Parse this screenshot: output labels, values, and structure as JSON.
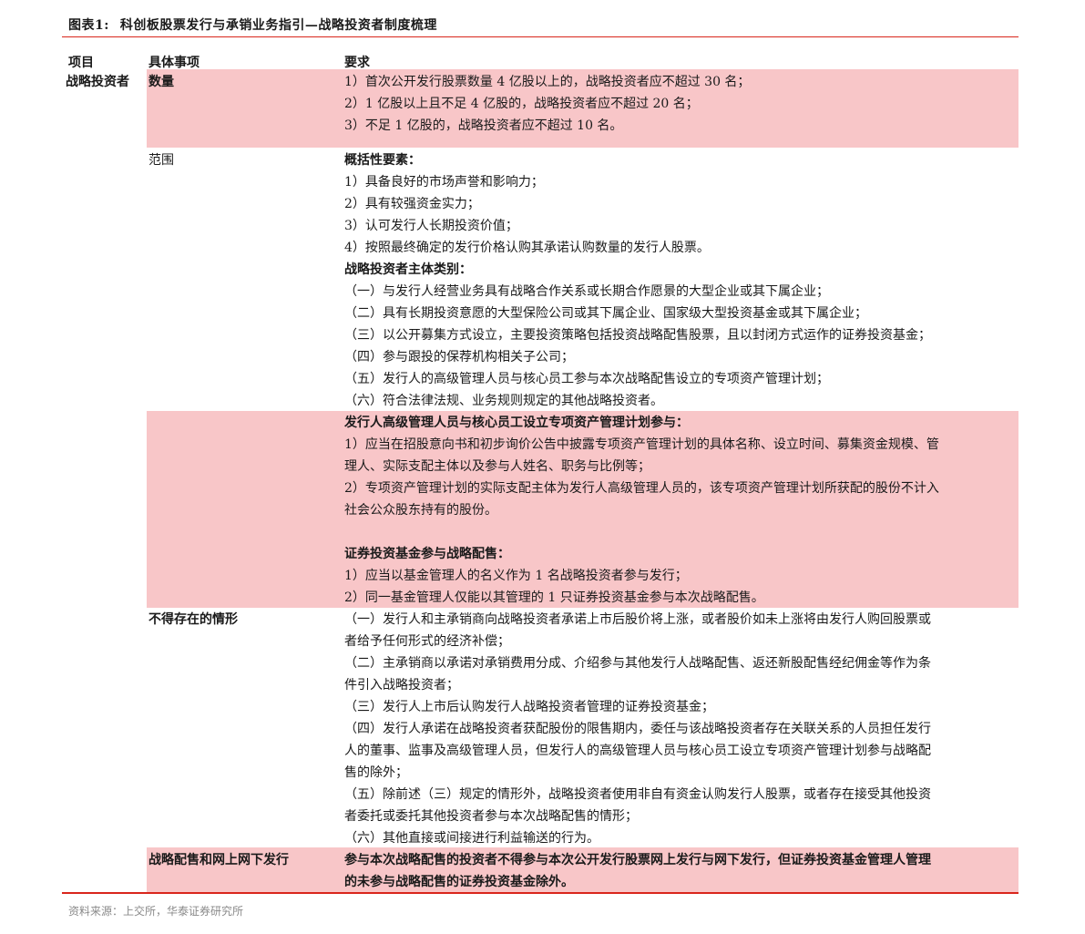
{
  "title": {
    "number": "图表1:",
    "text": "科创板股票发行与承销业务指引—战略投资者制度梳理"
  },
  "colors": {
    "accent_rule": "#d9261c",
    "highlight_fill": "#f8c6c8"
  },
  "table": {
    "headers": {
      "item": "项目",
      "detail": "具体事项",
      "requirement": "要求"
    },
    "item_label": "战略投资者",
    "rows": [
      {
        "detail": "数量",
        "highlighted": true,
        "lines": [
          {
            "text": "1）首次公开发行股票数量 4 亿股以上的，战略投资者应不超过 30 名；",
            "bold": false
          },
          {
            "text": "2）1 亿股以上且不足 4 亿股的，战略投资者应不超过 20 名；",
            "bold": false
          },
          {
            "text": "3）不足 1 亿股的，战略投资者应不超过 10 名。",
            "bold": false
          }
        ]
      },
      {
        "detail": "范围",
        "highlighted": false,
        "lines": [
          {
            "text": "概括性要素：",
            "bold": true
          },
          {
            "text": "1）具备良好的市场声誉和影响力；",
            "bold": false
          },
          {
            "text": "2）具有较强资金实力；",
            "bold": false
          },
          {
            "text": "3）认可发行人长期投资价值；",
            "bold": false
          },
          {
            "text": "4）按照最终确定的发行价格认购其承诺认购数量的发行人股票。",
            "bold": false
          },
          {
            "text": "战略投资者主体类别：",
            "bold": true
          },
          {
            "text": "（一）与发行人经营业务具有战略合作关系或长期合作愿景的大型企业或其下属企业；",
            "bold": false
          },
          {
            "text": "（二）具有长期投资意愿的大型保险公司或其下属企业、国家级大型投资基金或其下属企业；",
            "bold": false
          },
          {
            "text": "（三）以公开募集方式设立，主要投资策略包括投资战略配售股票，且以封闭方式运作的证券投资基金；",
            "bold": false
          },
          {
            "text": "（四）参与跟投的保荐机构相关子公司；",
            "bold": false
          },
          {
            "text": "（五）发行人的高级管理人员与核心员工参与本次战略配售设立的专项资产管理计划；",
            "bold": false
          },
          {
            "text": "（六）符合法律法规、业务规则规定的其他战略投资者。",
            "bold": false
          }
        ]
      },
      {
        "detail": "",
        "highlighted": true,
        "lines": [
          {
            "text": "发行人高级管理人员与核心员工设立专项资产管理计划参与：",
            "bold": true
          },
          {
            "text": "1）应当在招股意向书和初步询价公告中披露专项资产管理计划的具体名称、设立时间、募集资金规模、管",
            "bold": false
          },
          {
            "text": "理人、实际支配主体以及参与人姓名、职务与比例等；",
            "bold": false
          },
          {
            "text": "2）专项资产管理计划的实际支配主体为发行人高级管理人员的，该专项资产管理计划所获配的股份不计入",
            "bold": false
          },
          {
            "text": "社会公众股东持有的股份。",
            "bold": false
          },
          {
            "text": "",
            "bold": false
          },
          {
            "text": "证券投资基金参与战略配售：",
            "bold": true
          },
          {
            "text": "1）应当以基金管理人的名义作为 1 名战略投资者参与发行；",
            "bold": false
          },
          {
            "text": "2）同一基金管理人仅能以其管理的 1 只证券投资基金参与本次战略配售。",
            "bold": false
          }
        ]
      },
      {
        "detail": "不得存在的情形",
        "highlighted": false,
        "lines": [
          {
            "text": "（一）发行人和主承销商向战略投资者承诺上市后股价将上涨，或者股价如未上涨将由发行人购回股票或",
            "bold": false
          },
          {
            "text": "者给予任何形式的经济补偿；",
            "bold": false
          },
          {
            "text": "（二）主承销商以承诺对承销费用分成、介绍参与其他发行人战略配售、返还新股配售经纪佣金等作为条",
            "bold": false
          },
          {
            "text": "件引入战略投资者；",
            "bold": false
          },
          {
            "text": "（三）发行人上市后认购发行人战略投资者管理的证券投资基金；",
            "bold": false
          },
          {
            "text": "（四）发行人承诺在战略投资者获配股份的限售期内，委任与该战略投资者存在关联关系的人员担任发行",
            "bold": false
          },
          {
            "text": "人的董事、监事及高级管理人员，但发行人的高级管理人员与核心员工设立专项资产管理计划参与战略配",
            "bold": false
          },
          {
            "text": "售的除外；",
            "bold": false
          },
          {
            "text": "（五）除前述（三）规定的情形外，战略投资者使用非自有资金认购发行人股票，或者存在接受其他投资",
            "bold": false
          },
          {
            "text": "者委托或委托其他投资者参与本次战略配售的情形；",
            "bold": false
          },
          {
            "text": "（六）其他直接或间接进行利益输送的行为。",
            "bold": false
          }
        ]
      },
      {
        "detail": "战略配售和网上网下发行",
        "highlighted": true,
        "lines": [
          {
            "text": "参与本次战略配售的投资者不得参与本次公开发行股票网上发行与网下发行，但证券投资基金管理人管理",
            "bold": true
          },
          {
            "text": "的未参与战略配售的证券投资基金除外。",
            "bold": true
          }
        ]
      }
    ]
  },
  "source": "资料来源：上交所，华泰证券研究所"
}
